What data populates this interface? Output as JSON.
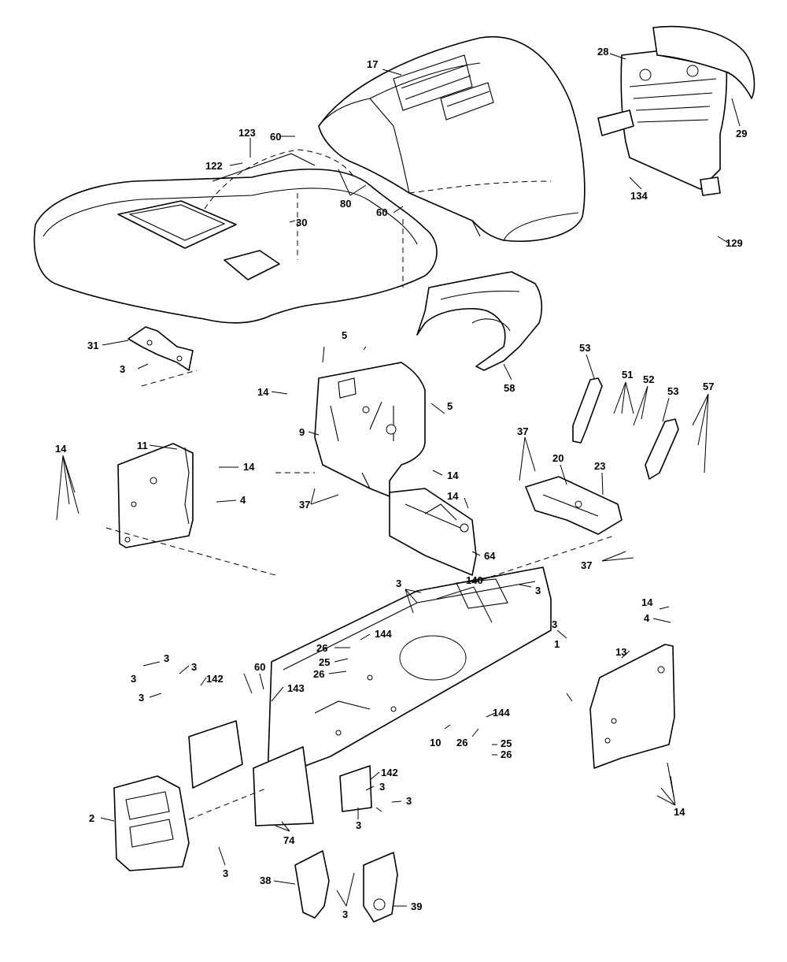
{
  "diagram": {
    "callouts": [
      {
        "id": "c17",
        "text": "17"
      },
      {
        "id": "c28",
        "text": "28"
      },
      {
        "id": "c29",
        "text": "29"
      },
      {
        "id": "c123",
        "text": "123"
      },
      {
        "id": "c60a",
        "text": "60"
      },
      {
        "id": "c122",
        "text": "122"
      },
      {
        "id": "c80",
        "text": "80"
      },
      {
        "id": "c60b",
        "text": "60"
      },
      {
        "id": "c30",
        "text": "30"
      },
      {
        "id": "c134",
        "text": "134"
      },
      {
        "id": "c129",
        "text": "129"
      },
      {
        "id": "c31",
        "text": "31"
      },
      {
        "id": "c3a",
        "text": "3"
      },
      {
        "id": "c58",
        "text": "58"
      },
      {
        "id": "c5a",
        "text": "5"
      },
      {
        "id": "c5b",
        "text": "5"
      },
      {
        "id": "c14a",
        "text": "14"
      },
      {
        "id": "c9",
        "text": "9"
      },
      {
        "id": "c53a",
        "text": "53"
      },
      {
        "id": "c51",
        "text": "51"
      },
      {
        "id": "c52",
        "text": "52"
      },
      {
        "id": "c53b",
        "text": "53"
      },
      {
        "id": "c57",
        "text": "57"
      },
      {
        "id": "c11",
        "text": "11"
      },
      {
        "id": "c14b",
        "text": "14"
      },
      {
        "id": "c14c",
        "text": "14"
      },
      {
        "id": "c4a",
        "text": "4"
      },
      {
        "id": "c14d",
        "text": "14"
      },
      {
        "id": "c37a",
        "text": "37"
      },
      {
        "id": "c37b",
        "text": "37"
      },
      {
        "id": "c20",
        "text": "20"
      },
      {
        "id": "c23",
        "text": "23"
      },
      {
        "id": "c14e",
        "text": "14"
      },
      {
        "id": "c64",
        "text": "64"
      },
      {
        "id": "c37c",
        "text": "37"
      },
      {
        "id": "c3b",
        "text": "3"
      },
      {
        "id": "c140",
        "text": "140"
      },
      {
        "id": "c3c",
        "text": "3"
      },
      {
        "id": "c14f",
        "text": "14"
      },
      {
        "id": "c4b",
        "text": "4"
      },
      {
        "id": "c3d",
        "text": "3"
      },
      {
        "id": "c1",
        "text": "1"
      },
      {
        "id": "c13",
        "text": "13"
      },
      {
        "id": "c144a",
        "text": "144"
      },
      {
        "id": "c26a",
        "text": "26"
      },
      {
        "id": "c25a",
        "text": "25"
      },
      {
        "id": "c26b",
        "text": "26"
      },
      {
        "id": "c3e",
        "text": "3"
      },
      {
        "id": "c3f",
        "text": "3"
      },
      {
        "id": "c60c",
        "text": "60"
      },
      {
        "id": "c142a",
        "text": "142"
      },
      {
        "id": "c143",
        "text": "143"
      },
      {
        "id": "c3g",
        "text": "3"
      },
      {
        "id": "c3h",
        "text": "3"
      },
      {
        "id": "c144b",
        "text": "144"
      },
      {
        "id": "c10",
        "text": "10"
      },
      {
        "id": "c26c",
        "text": "26"
      },
      {
        "id": "c25b",
        "text": "25"
      },
      {
        "id": "c26d",
        "text": "26"
      },
      {
        "id": "c142b",
        "text": "142"
      },
      {
        "id": "c3i",
        "text": "3"
      },
      {
        "id": "c3j",
        "text": "3"
      },
      {
        "id": "c3k",
        "text": "3"
      },
      {
        "id": "c2",
        "text": "2"
      },
      {
        "id": "c74",
        "text": "74"
      },
      {
        "id": "c3l",
        "text": "3"
      },
      {
        "id": "c14g",
        "text": "14"
      },
      {
        "id": "c38",
        "text": "38"
      },
      {
        "id": "c3m",
        "text": "3"
      },
      {
        "id": "c39",
        "text": "39"
      }
    ]
  }
}
